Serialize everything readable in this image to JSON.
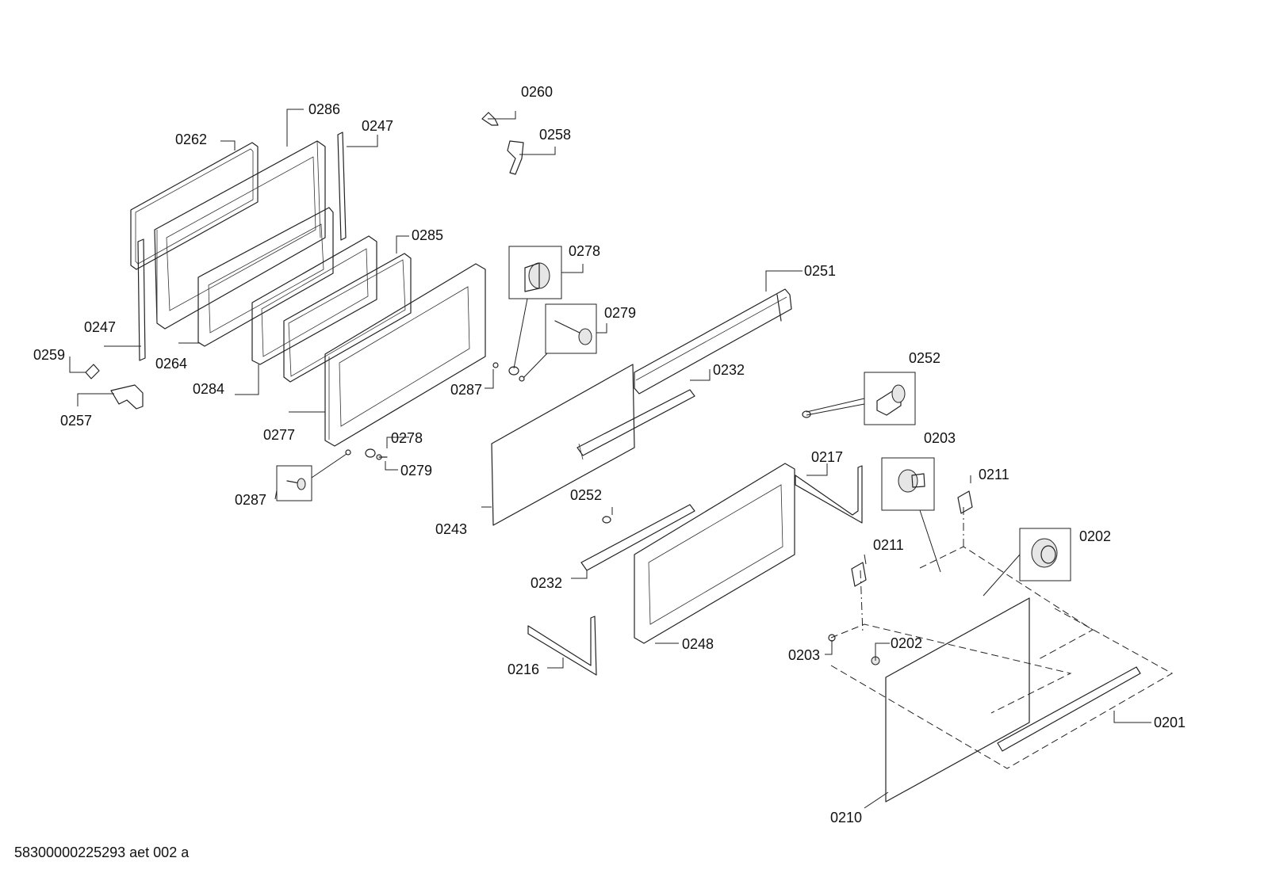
{
  "document": {
    "code": "58300000225293 aet 002 a"
  },
  "labels": {
    "p0260": "0260",
    "p0258": "0258",
    "p0286": "0286",
    "p0247_top": "0247",
    "p0262": "0262",
    "p0285": "0285",
    "p0278_top": "0278",
    "p0251": "0251",
    "p0279_top": "0279",
    "p0247_left": "0247",
    "p0259": "0259",
    "p0264": "0264",
    "p0284": "0284",
    "p0287_mid": "0287",
    "p0252_top": "0252",
    "p0232_top": "0232",
    "p0257": "0257",
    "p0277": "0277",
    "p0278_low": "0278",
    "p0279_low": "0279",
    "p0287_low": "0287",
    "p0203_top": "0203",
    "p0217": "0217",
    "p0211_top": "0211",
    "p0252_low": "0252",
    "p0243": "0243",
    "p0211_low": "0211",
    "p0202_top": "0202",
    "p0232_low": "0232",
    "p0248": "0248",
    "p0202_low": "0202",
    "p0203_low": "0203",
    "p0216": "0216",
    "p0201": "0201",
    "p0210": "0210"
  }
}
